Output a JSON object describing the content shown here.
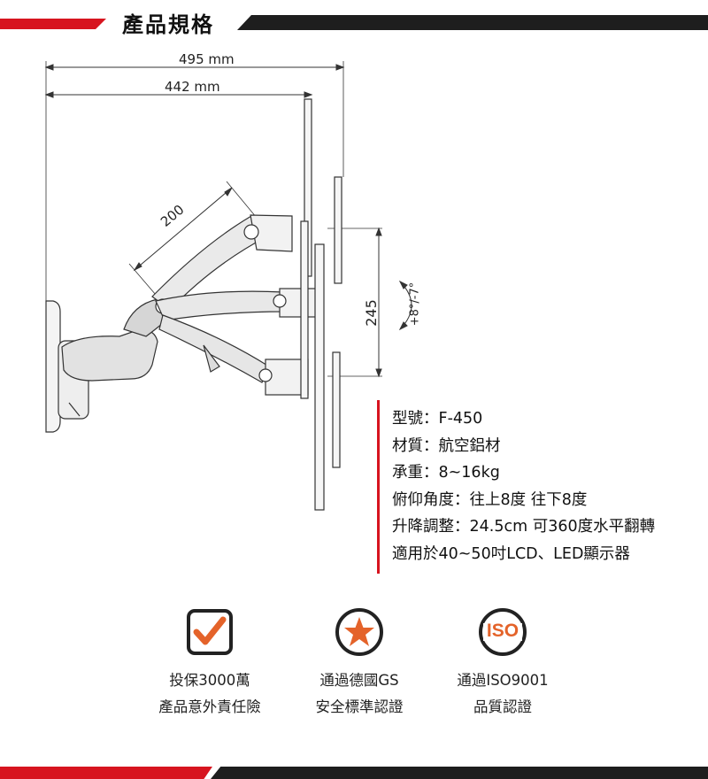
{
  "header": {
    "title": "產品規格"
  },
  "dimensions": {
    "depth_max": "495 mm",
    "depth_min": "442 mm",
    "arm_length": "200",
    "height_adjust": "245",
    "tilt": "+8°/-7°"
  },
  "specs": [
    "型號：F-450",
    "材質：航空鋁材",
    "承重：8~16kg",
    "俯仰角度：往上8度  往下8度",
    "升降調整：24.5cm  可360度水平翻轉",
    "適用於40~50吋LCD、LED顯示器"
  ],
  "features": [
    {
      "icon": "checkmark-icon",
      "line1": "投保3000萬",
      "line2": "產品意外責任險"
    },
    {
      "icon": "star-icon",
      "line1": "通過德國GS",
      "line2": "安全標準認證"
    },
    {
      "icon": "iso-icon",
      "badge": "ISO",
      "line1": "通過ISO9001",
      "line2": "品質認證"
    }
  ],
  "colors": {
    "accent": "#d7141f",
    "dark": "#1e1e1e"
  }
}
